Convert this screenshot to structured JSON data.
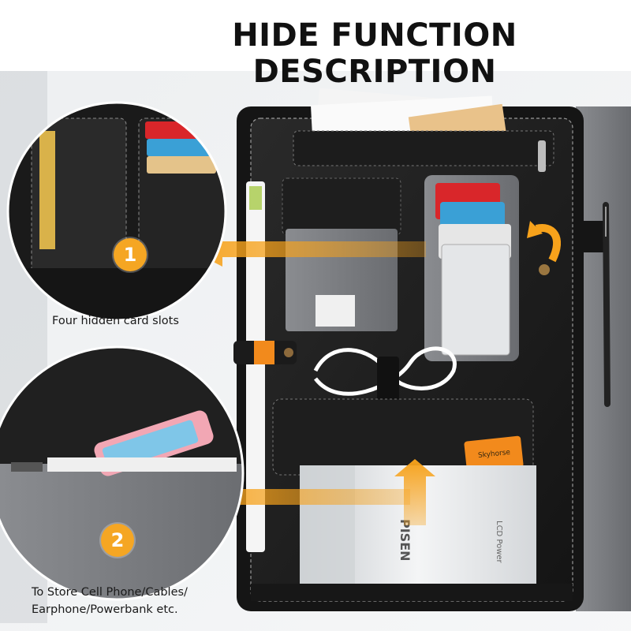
{
  "title": "HIDE FUNCTION DESCRIPTION",
  "badges": {
    "one": "1",
    "two": "2"
  },
  "captions": {
    "card_slots": "Four hidden card slots",
    "store_line1": "To Store Cell Phone/Cables/",
    "store_line2": "Earphone/Powerbank etc."
  },
  "colors": {
    "accent": "#f5a623",
    "leather": "#1b1b1b",
    "fabric": "#6f7276"
  }
}
